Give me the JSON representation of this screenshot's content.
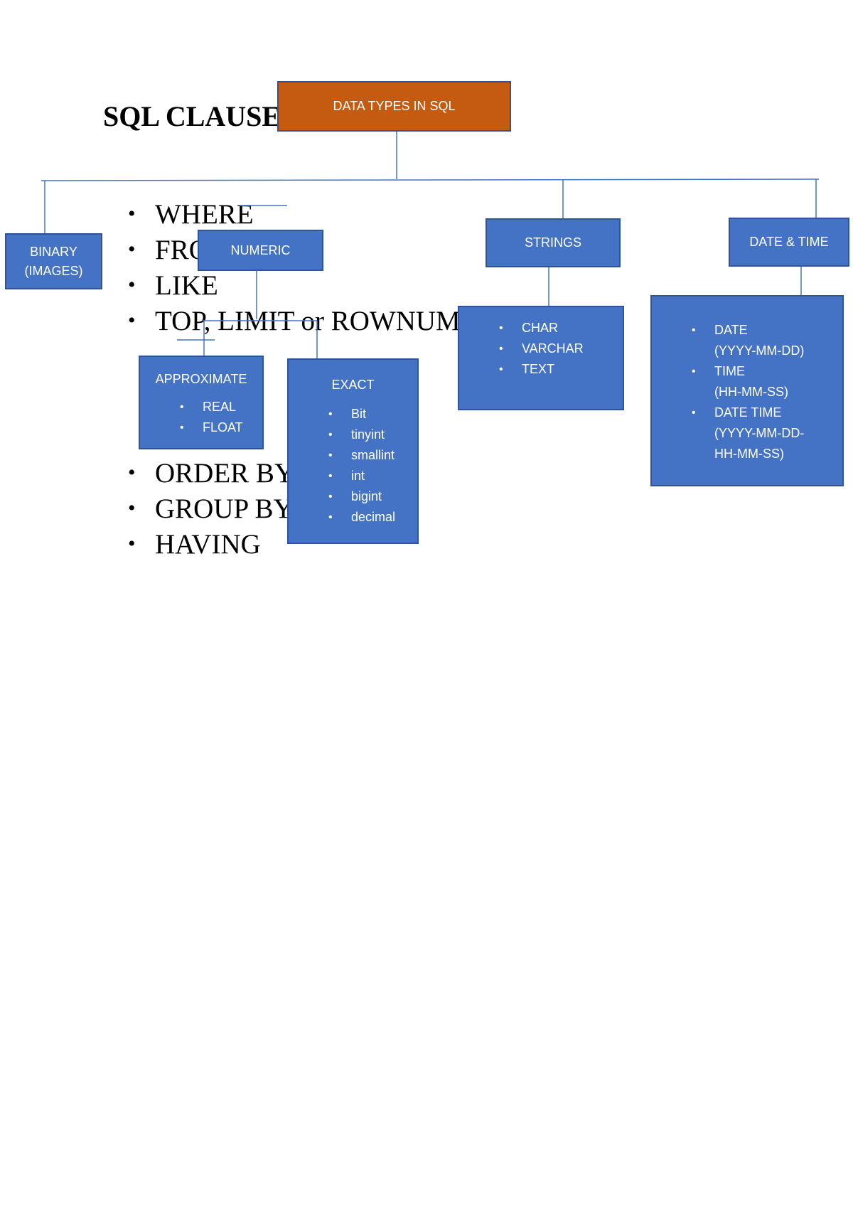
{
  "document": {
    "heading": "SQL CLAUSE",
    "clauses": [
      "WHERE",
      "FROM",
      "LIKE",
      "TOP, LIMIT or ROWNUM",
      "ORDER BY",
      "GROUP BY",
      "HAVING"
    ]
  },
  "diagram": {
    "root": "DATA TYPES IN SQL",
    "binary": "BINARY\n(IMAGES)",
    "numeric": "NUMERIC",
    "strings": "STRINGS",
    "date_time": "DATE & TIME",
    "approximate": {
      "title": "APPROXIMATE",
      "items": [
        "REAL",
        "FLOAT"
      ]
    },
    "exact": {
      "title": "EXACT",
      "items": [
        "Bit",
        "tinyint",
        "smallint",
        "int",
        "bigint",
        "decimal"
      ]
    },
    "string_types": {
      "items": [
        "CHAR",
        "VARCHAR",
        "TEXT"
      ]
    },
    "date_time_types": {
      "items": [
        "DATE\n(YYYY-MM-DD)",
        "TIME\n(HH-MM-SS)",
        "DATE TIME\n(YYYY-MM-DD-\nHH-MM-SS)"
      ]
    },
    "bullet": "•"
  },
  "colors": {
    "box_fill": "#4472c4",
    "box_border": "#2f5597",
    "root_fill": "#c55a11",
    "connector": "#4472c4",
    "box_text": "#ffffff"
  }
}
